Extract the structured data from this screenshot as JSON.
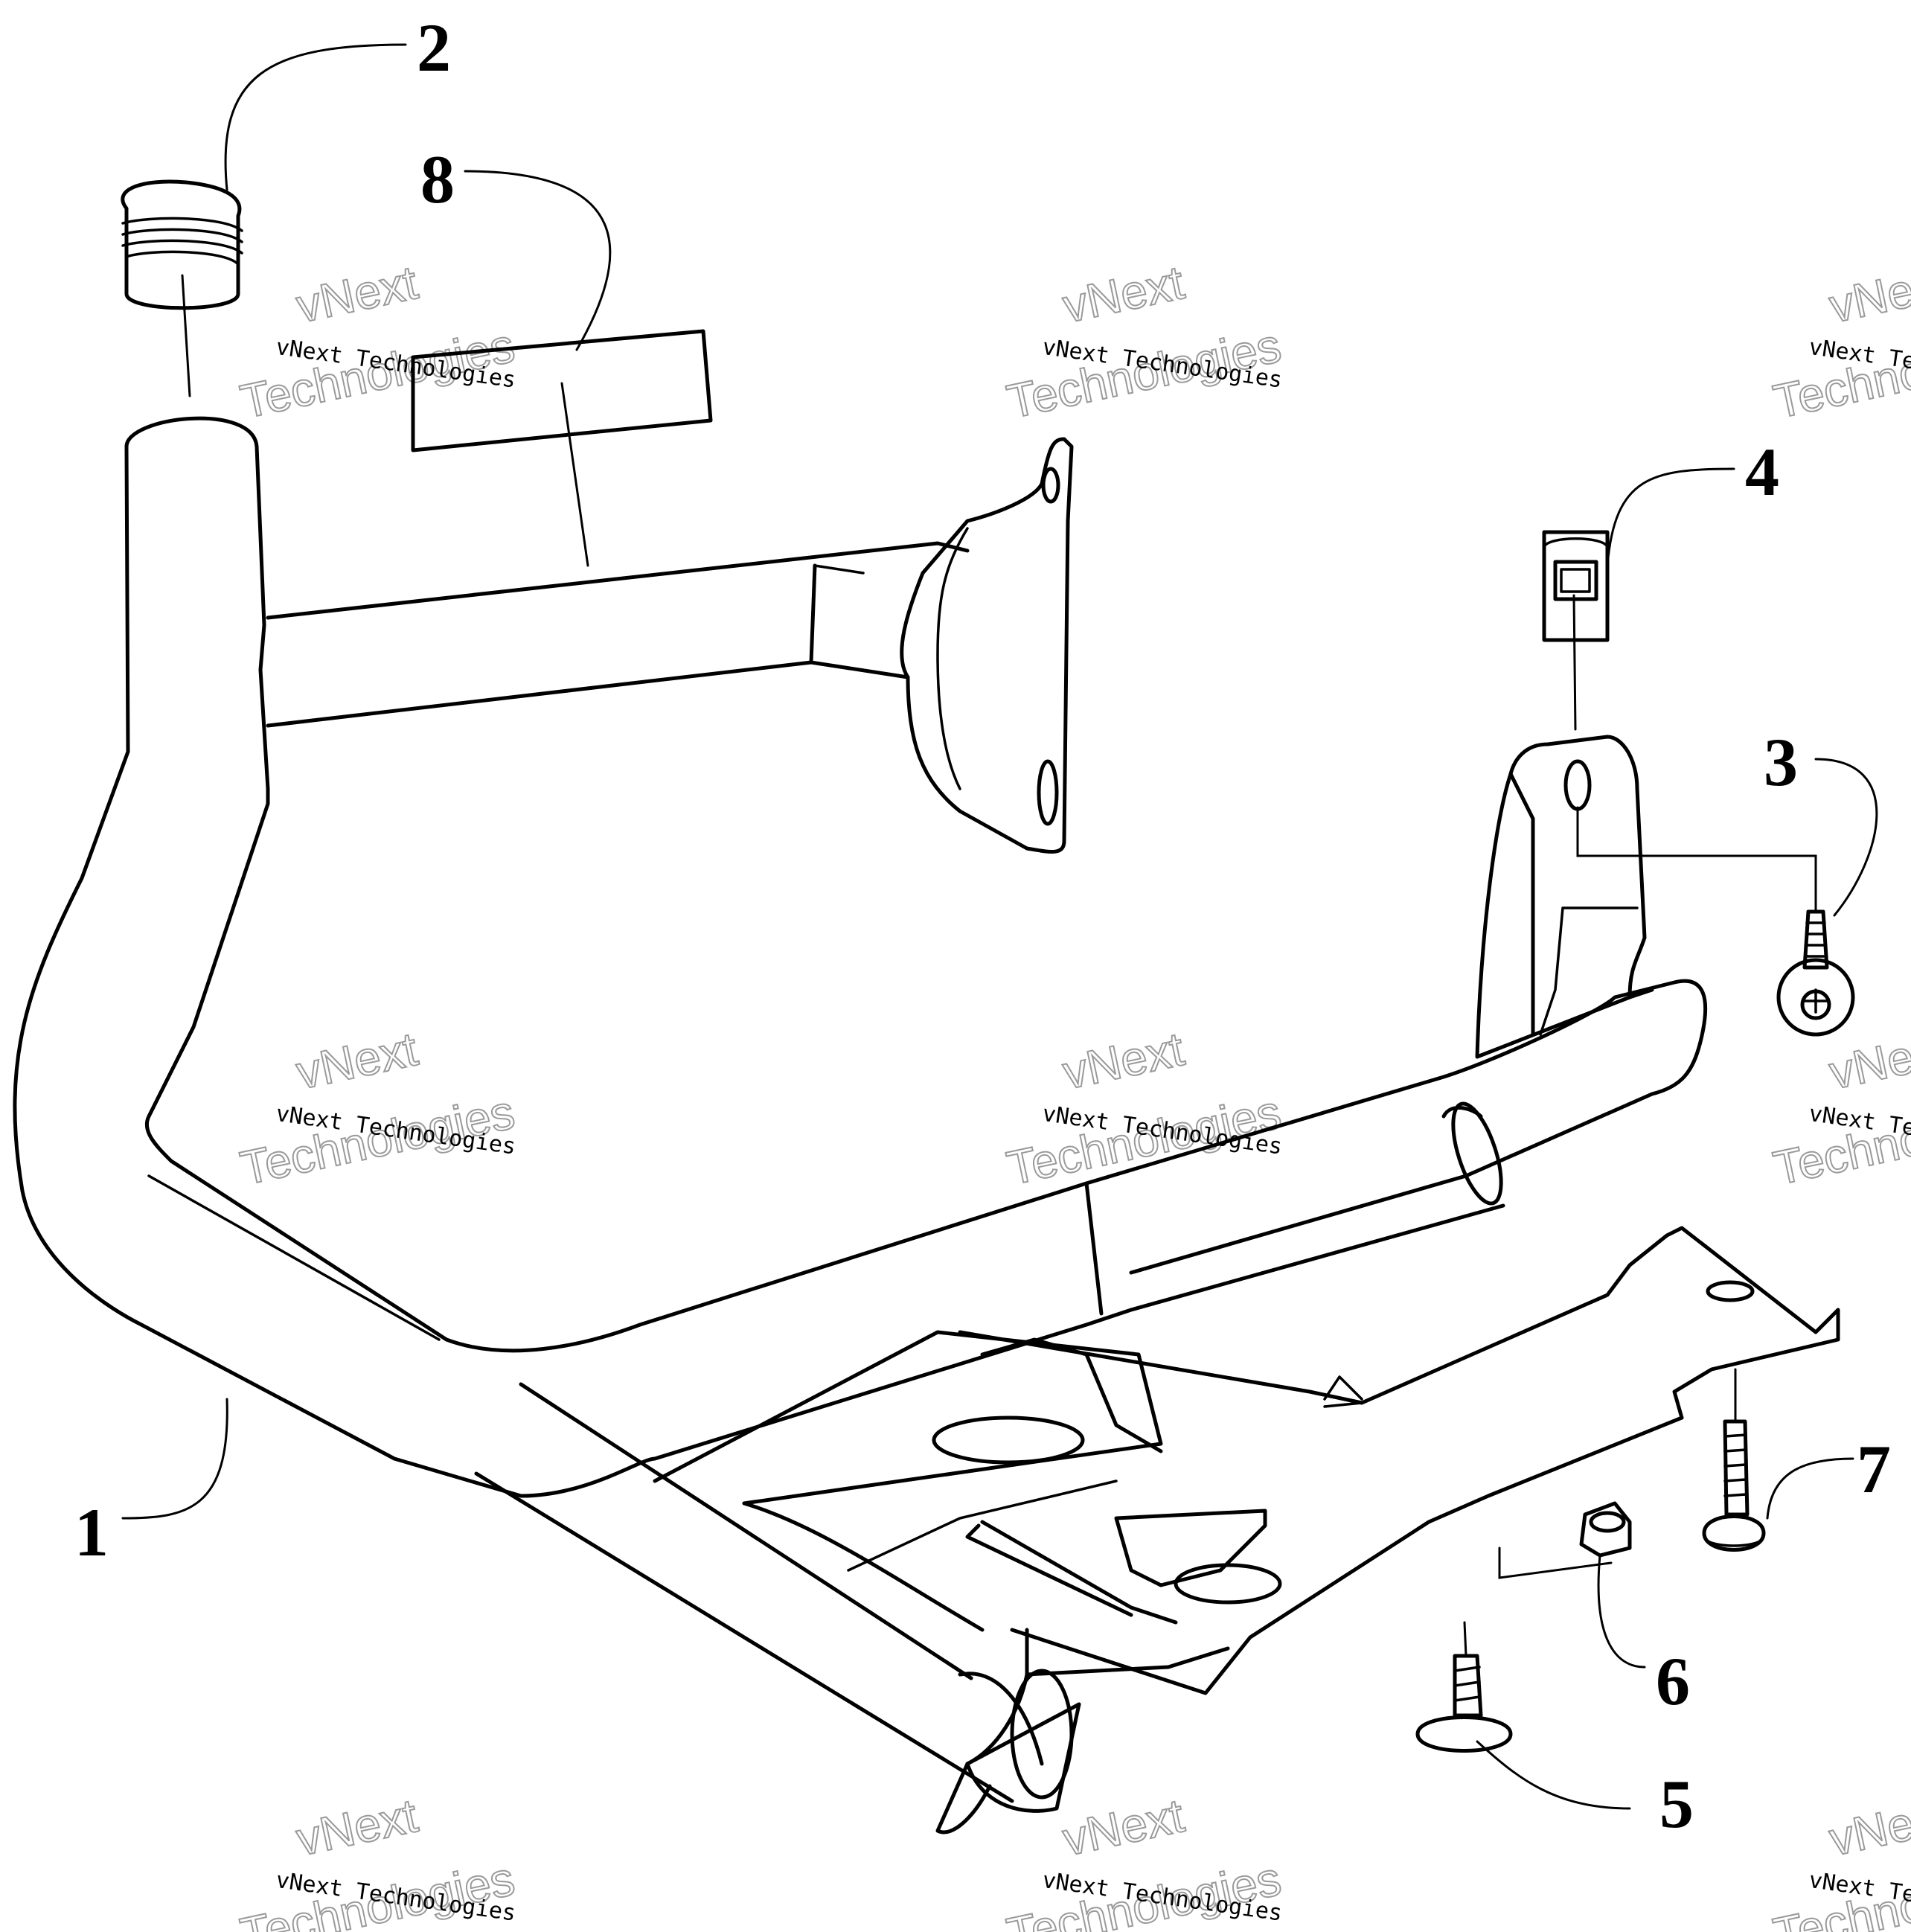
{
  "callouts": [
    {
      "id": "1",
      "label": "1"
    },
    {
      "id": "2",
      "label": "2"
    },
    {
      "id": "3",
      "label": "3"
    },
    {
      "id": "4",
      "label": "4"
    },
    {
      "id": "5",
      "label": "5"
    },
    {
      "id": "6",
      "label": "6"
    },
    {
      "id": "7",
      "label": "7"
    },
    {
      "id": "8",
      "label": "8"
    }
  ],
  "watermark": {
    "line1": "vNext Technologies",
    "line2": "vNext",
    "line3": "Technologies"
  }
}
